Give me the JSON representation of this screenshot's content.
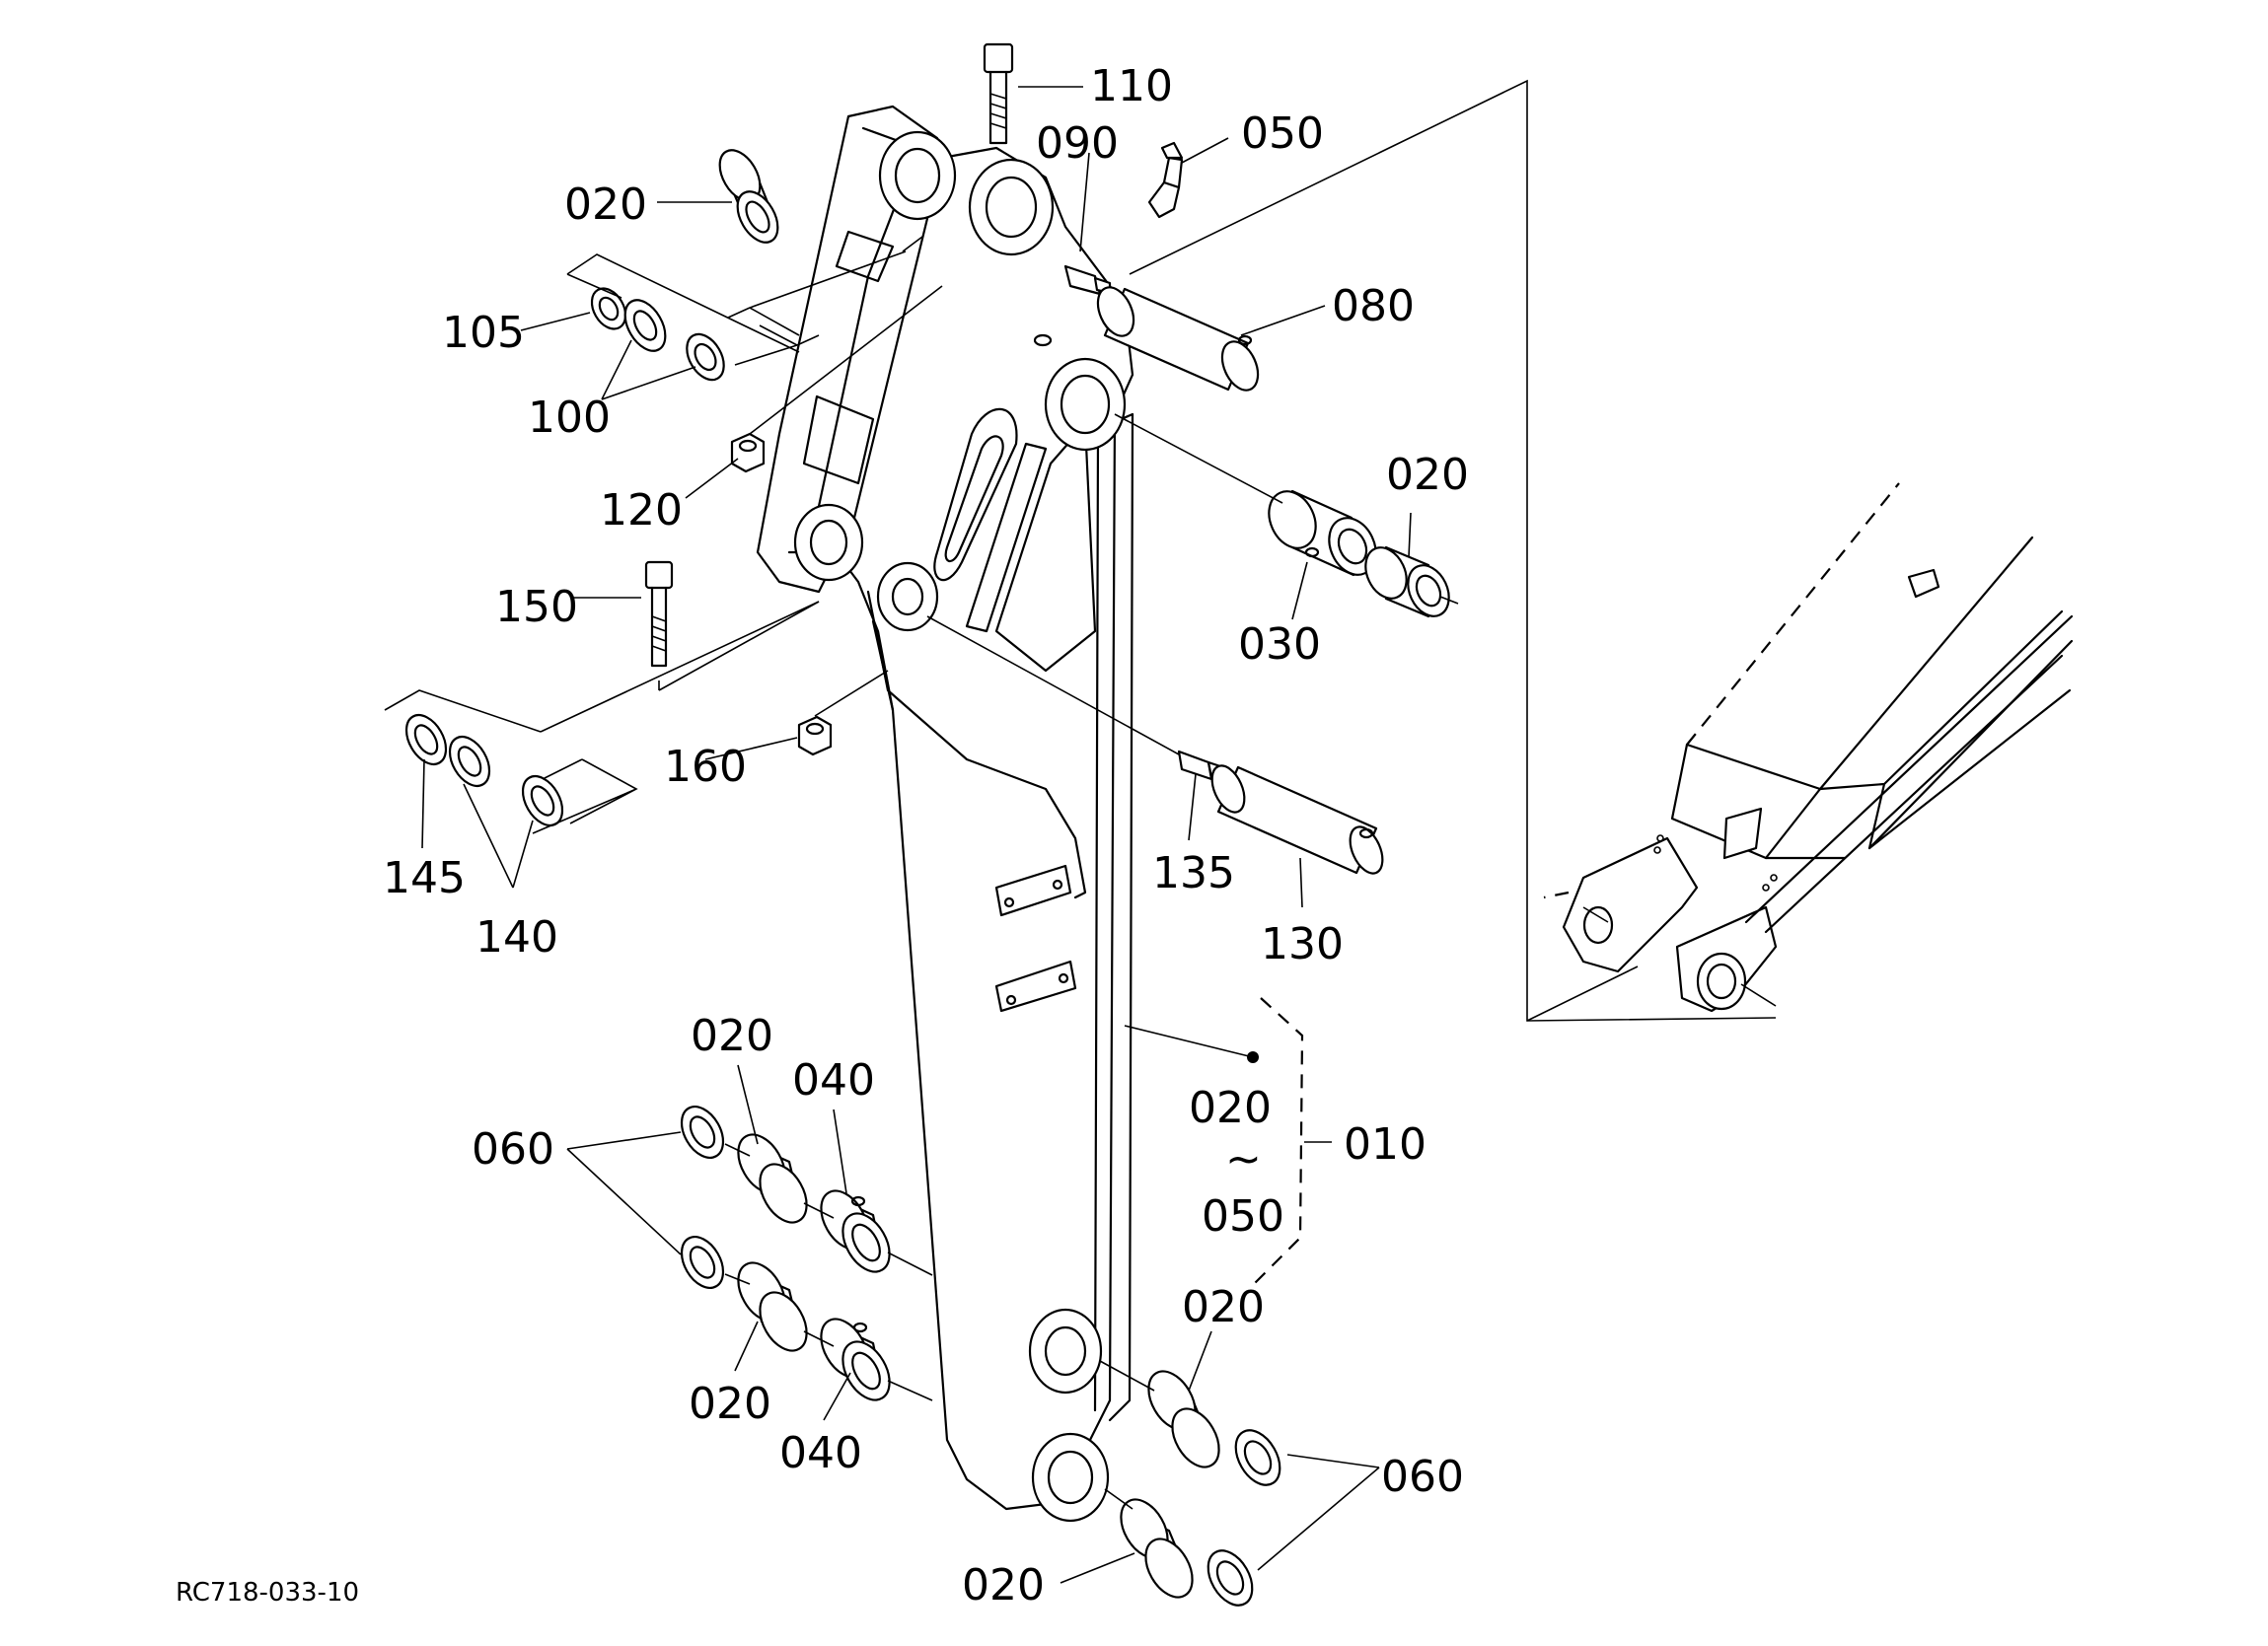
{
  "figure_code": "RC718-033-10",
  "range_note": {
    "from": "020",
    "tilde": "~",
    "to": "050",
    "assembly": "010"
  },
  "callouts": [
    {
      "id": "c110",
      "text": "110"
    },
    {
      "id": "c090",
      "text": "090"
    },
    {
      "id": "c050",
      "text": "050"
    },
    {
      "id": "c020a",
      "text": "020"
    },
    {
      "id": "c080",
      "text": "080"
    },
    {
      "id": "c105",
      "text": "105"
    },
    {
      "id": "c100",
      "text": "100"
    },
    {
      "id": "c120",
      "text": "120"
    },
    {
      "id": "c020b",
      "text": "020"
    },
    {
      "id": "c030",
      "text": "030"
    },
    {
      "id": "c150",
      "text": "150"
    },
    {
      "id": "c160",
      "text": "160"
    },
    {
      "id": "c135",
      "text": "135"
    },
    {
      "id": "c130",
      "text": "130"
    },
    {
      "id": "c145",
      "text": "145"
    },
    {
      "id": "c140",
      "text": "140"
    },
    {
      "id": "c020c",
      "text": "020"
    },
    {
      "id": "c040a",
      "text": "040"
    },
    {
      "id": "c060a",
      "text": "060"
    },
    {
      "id": "c020d",
      "text": "020"
    },
    {
      "id": "c040b",
      "text": "040"
    },
    {
      "id": "c020e",
      "text": "020"
    },
    {
      "id": "c060b",
      "text": "060"
    },
    {
      "id": "c020f",
      "text": "020"
    }
  ]
}
